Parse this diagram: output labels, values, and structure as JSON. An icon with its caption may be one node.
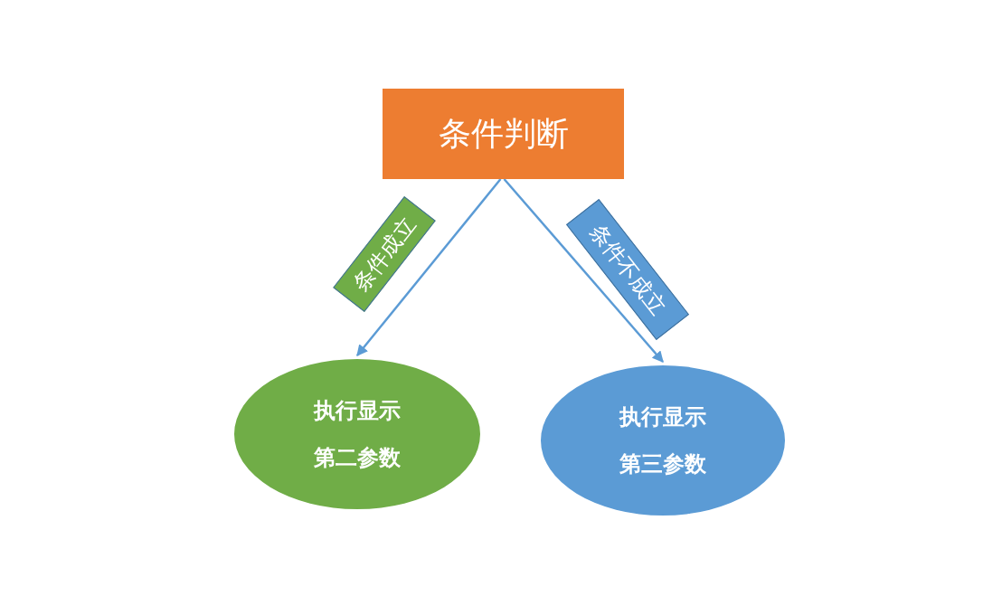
{
  "diagram": {
    "nodes": [
      {
        "text": [
          "条件判断"
        ]
      },
      {
        "text": [
          "执行显示",
          "第二参数"
        ]
      },
      {
        "text": [
          "执行显示",
          "第三参数"
        ]
      }
    ],
    "edges": [
      {
        "from": 0,
        "to": 1,
        "arrow": "to",
        "label": "条件成立"
      },
      {
        "from": 0,
        "to": 2,
        "arrow": "to",
        "label": "条件不成立"
      }
    ]
  }
}
